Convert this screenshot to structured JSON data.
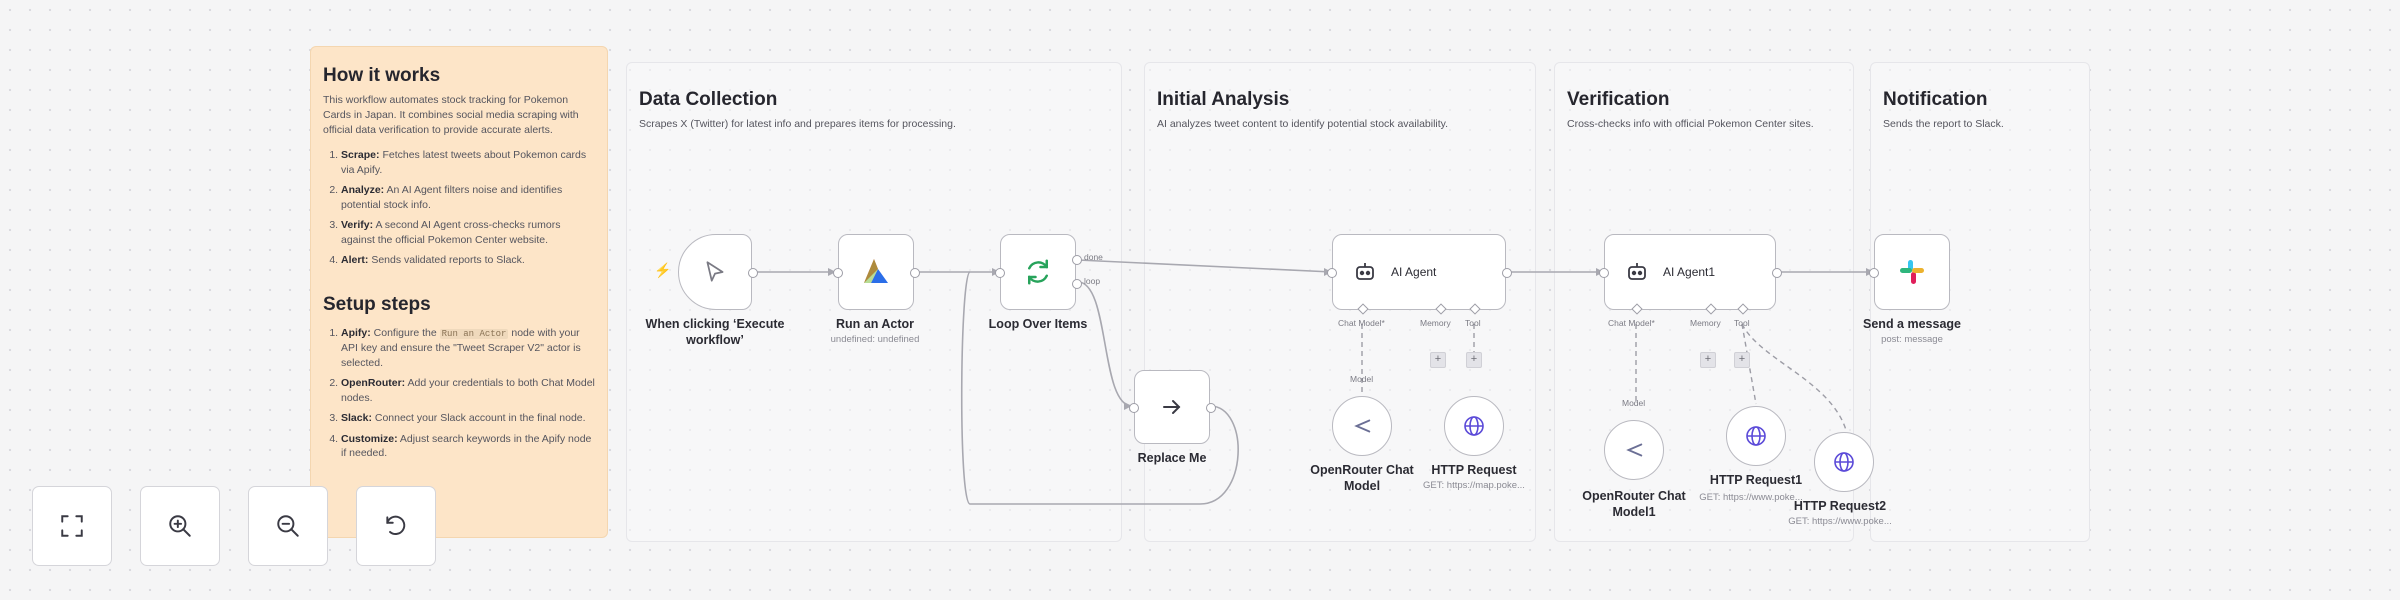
{
  "notes": {
    "how": {
      "title": "How it works",
      "intro": "This workflow automates stock tracking for Pokemon Cards in Japan. It combines social media scraping with official data verification to provide accurate alerts.",
      "steps": [
        {
          "label": "Scrape:",
          "text": " Fetches latest tweets about Pokemon cards via Apify."
        },
        {
          "label": "Analyze:",
          "text": " An AI Agent filters noise and identifies potential stock info."
        },
        {
          "label": "Verify:",
          "text": " A second AI Agent cross-checks rumors against the official Pokemon Center website."
        },
        {
          "label": "Alert:",
          "text": " Sends validated reports to Slack."
        }
      ],
      "setup_title": "Setup steps",
      "setup": [
        {
          "label": "Apify:",
          "text_a": " Configure the ",
          "code": "Run an Actor",
          "text_b": " node with your API key and ensure the \"Tweet Scraper V2\" actor is selected."
        },
        {
          "label": "OpenRouter:",
          "text": " Add your credentials to both Chat Model nodes."
        },
        {
          "label": "Slack:",
          "text": " Connect your Slack account in the final node."
        },
        {
          "label": "Customize:",
          "text": " Adjust search keywords in the Apify node if needed."
        }
      ]
    },
    "data_collection": {
      "title": "Data Collection",
      "desc": "Scrapes X (Twitter) for latest info and prepares items for processing."
    },
    "initial_analysis": {
      "title": "Initial Analysis",
      "desc": "AI analyzes tweet content to identify potential stock availability."
    },
    "verification": {
      "title": "Verification",
      "desc": "Cross-checks info with official Pokemon Center sites."
    },
    "notification": {
      "title": "Notification",
      "desc": "Sends the report to Slack."
    }
  },
  "nodes": {
    "trigger": {
      "label": "When clicking ‘Execute workflow’",
      "icon": "cursor-icon"
    },
    "run_actor": {
      "label": "Run an Actor",
      "sub": "undefined: undefined",
      "icon": "apify-icon"
    },
    "loop": {
      "label": "Loop Over Items",
      "out_done": "done",
      "out_loop": "loop",
      "icon": "refresh-icon"
    },
    "replace": {
      "label": "Replace Me",
      "icon": "arrow-right-icon"
    },
    "ai_agent": {
      "label": "AI Agent",
      "chat": "Chat Model*",
      "memory": "Memory",
      "tool": "Tool",
      "icon": "robot-icon"
    },
    "ai_agent1": {
      "label": "AI Agent1",
      "chat": "Chat Model*",
      "memory": "Memory",
      "tool": "Tool",
      "icon": "robot-icon"
    },
    "openrouter": {
      "label": "OpenRouter Chat Model",
      "conn": "Model",
      "icon": "openrouter-icon"
    },
    "openrouter1": {
      "label": "OpenRouter Chat Model1",
      "conn": "Model",
      "icon": "openrouter-icon"
    },
    "http": {
      "label": "HTTP Request",
      "sub": "GET: https://map.poke...",
      "icon": "globe-icon"
    },
    "http1": {
      "label": "HTTP Request1",
      "sub": "GET: https://www.poke...",
      "icon": "globe-icon"
    },
    "http2": {
      "label": "HTTP Request2",
      "sub": "GET: https://www.poke...",
      "icon": "globe-icon"
    },
    "slack": {
      "label": "Send a message",
      "sub": "post: message",
      "icon": "slack-icon"
    }
  },
  "controls": [
    {
      "name": "fit-view-button",
      "icon": "fit-view-icon"
    },
    {
      "name": "zoom-in-button",
      "icon": "zoom-in-icon"
    },
    {
      "name": "zoom-out-button",
      "icon": "zoom-out-icon"
    },
    {
      "name": "reset-zoom-button",
      "icon": "undo-icon"
    }
  ],
  "colors": {
    "sticky": "#fde5c8",
    "accent_trigger": "#ff6d5a",
    "apify_red": "#e84c3d",
    "apify_blue": "#2b6ee8",
    "apify_green": "#7bbf3e",
    "loop_green": "#27a35b",
    "globe_blue": "#5b4ad8"
  }
}
